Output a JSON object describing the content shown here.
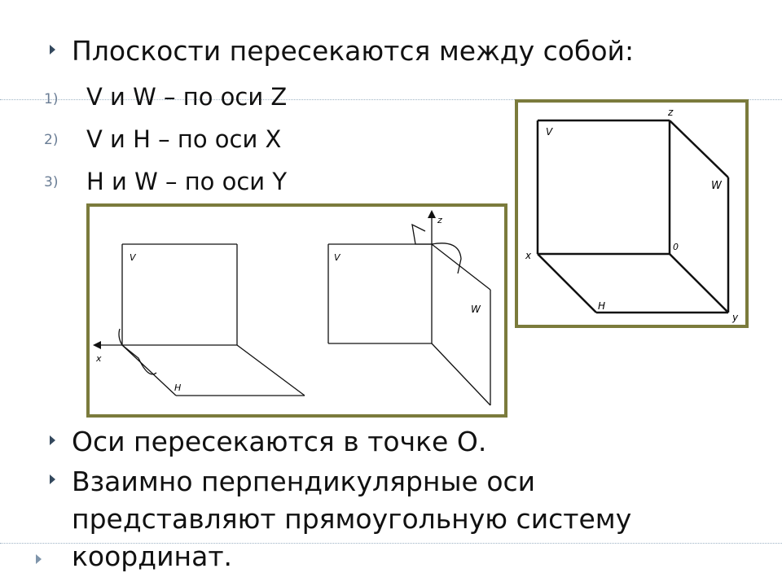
{
  "slide": {
    "bullet1": "Плоскости пересекаются между собой:",
    "list": [
      {
        "num": "1)",
        "text": "V и W – по оси Z"
      },
      {
        "num": "2)",
        "text": "V и H – по оси X"
      },
      {
        "num": "3)",
        "text": "H и W – по оси Y"
      }
    ],
    "bullet2": " Оси пересекаются в точке О.",
    "bullet3_lines": [
      "Взаимно перпендикулярные оси",
      "представляют прямоугольную систему",
      "координат."
    ]
  },
  "figure_left": {
    "labels": {
      "v1": "V",
      "h1": "H",
      "x": "x",
      "v2": "V",
      "w2": "W",
      "z2": "z"
    }
  },
  "figure_right": {
    "labels": {
      "z": "z",
      "v": "V",
      "w": "W",
      "x": "x",
      "o": "0",
      "h": "H",
      "y": "y"
    }
  },
  "colors": {
    "frame": "#7b7b3c",
    "bullet": "#34495e",
    "divider": "#9eb3c4"
  }
}
